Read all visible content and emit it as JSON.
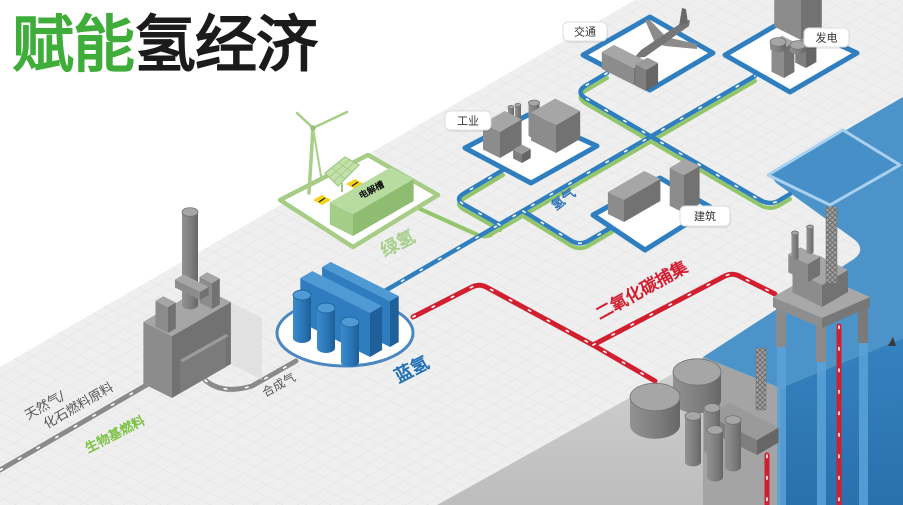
{
  "title": {
    "highlight": "赋能",
    "rest": "氢经济"
  },
  "sectors": [
    {
      "key": "industry",
      "label": "工业"
    },
    {
      "key": "transport",
      "label": "交通"
    },
    {
      "key": "power",
      "label": "发电"
    },
    {
      "key": "buildings",
      "label": "建筑"
    }
  ],
  "flows": {
    "hydrogen": "氢气",
    "green_hydrogen": "绿氢",
    "blue_hydrogen": "蓝氢",
    "co2_capture": "二氧化碳捕集",
    "syngas": "合成气",
    "feedstock_line1": "天然气/",
    "feedstock_line2": "化石燃料原料",
    "biofuel": "生物基燃料"
  },
  "facilities": {
    "electrolyzer": "电解槽"
  },
  "icons": [
    "wind-turbine",
    "solar-panel",
    "electrolyzer",
    "gas-reformer-plant",
    "blue-hydrogen-plant",
    "factory",
    "truck",
    "airplane",
    "power-plant",
    "office-building",
    "co2-storage-tanks",
    "offshore-platform"
  ],
  "colors": {
    "title_green": "#3fad3a",
    "title_black": "#1b1b1b",
    "hydrogen_pipe": "#2f7fc0",
    "green_hydrogen_pipe": "#93c66a",
    "co2_pipe": "#d21f30",
    "feedstock_pipe": "#8a8a8a",
    "water": "#4b93c9",
    "hydrogen_text": "#2b74b8",
    "green_hydrogen_text": "#a8ce8b",
    "blue_hydrogen_text": "#1f6fb6",
    "biofuel_text": "#7cc242",
    "co2_text": "#d21f30"
  }
}
